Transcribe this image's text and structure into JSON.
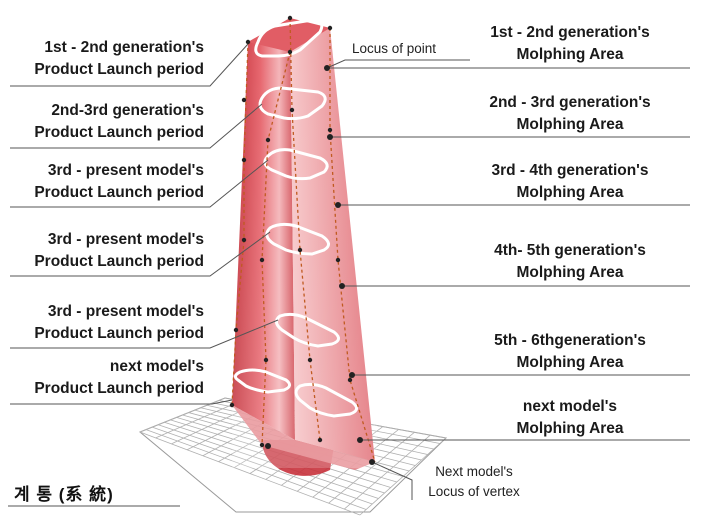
{
  "left_labels": [
    {
      "line1": "1st - 2nd generation's",
      "line2": "Product Launch period"
    },
    {
      "line1": "2nd-3rd generation's",
      "line2": "Product Launch period"
    },
    {
      "line1": "3rd - present model's",
      "line2": "Product Launch period"
    },
    {
      "line1": "3rd - present model's",
      "line2": "Product Launch period"
    },
    {
      "line1": "3rd - present model's",
      "line2": "Product Launch period"
    },
    {
      "line1": "next model's",
      "line2": "Product Launch period"
    }
  ],
  "right_labels": [
    {
      "line1": "1st - 2nd generation's",
      "line2": "Molphing Area"
    },
    {
      "line1": "2nd - 3rd generation's",
      "line2": "Molphing Area"
    },
    {
      "line1": "3rd - 4th generation's",
      "line2": "Molphing Area"
    },
    {
      "line1": "4th- 5th generation's",
      "line2": "Molphing Area"
    },
    {
      "line1": "5th - 6thgeneration's",
      "line2": "Molphing Area"
    },
    {
      "line1": "next model's",
      "line2": "Molphing Area"
    }
  ],
  "annotations": {
    "locus_point": "Locus of point",
    "next_vertex_line1": "Next model's",
    "next_vertex_line2": "Locus of vertex"
  },
  "bottom_label": "계 통 (系 統)",
  "colors": {
    "tower_dark": "#c8323c",
    "tower_light": "#f0a0a4",
    "grid": "#9a9a9a",
    "leader": "#555555",
    "dashed": "#c05a20"
  }
}
